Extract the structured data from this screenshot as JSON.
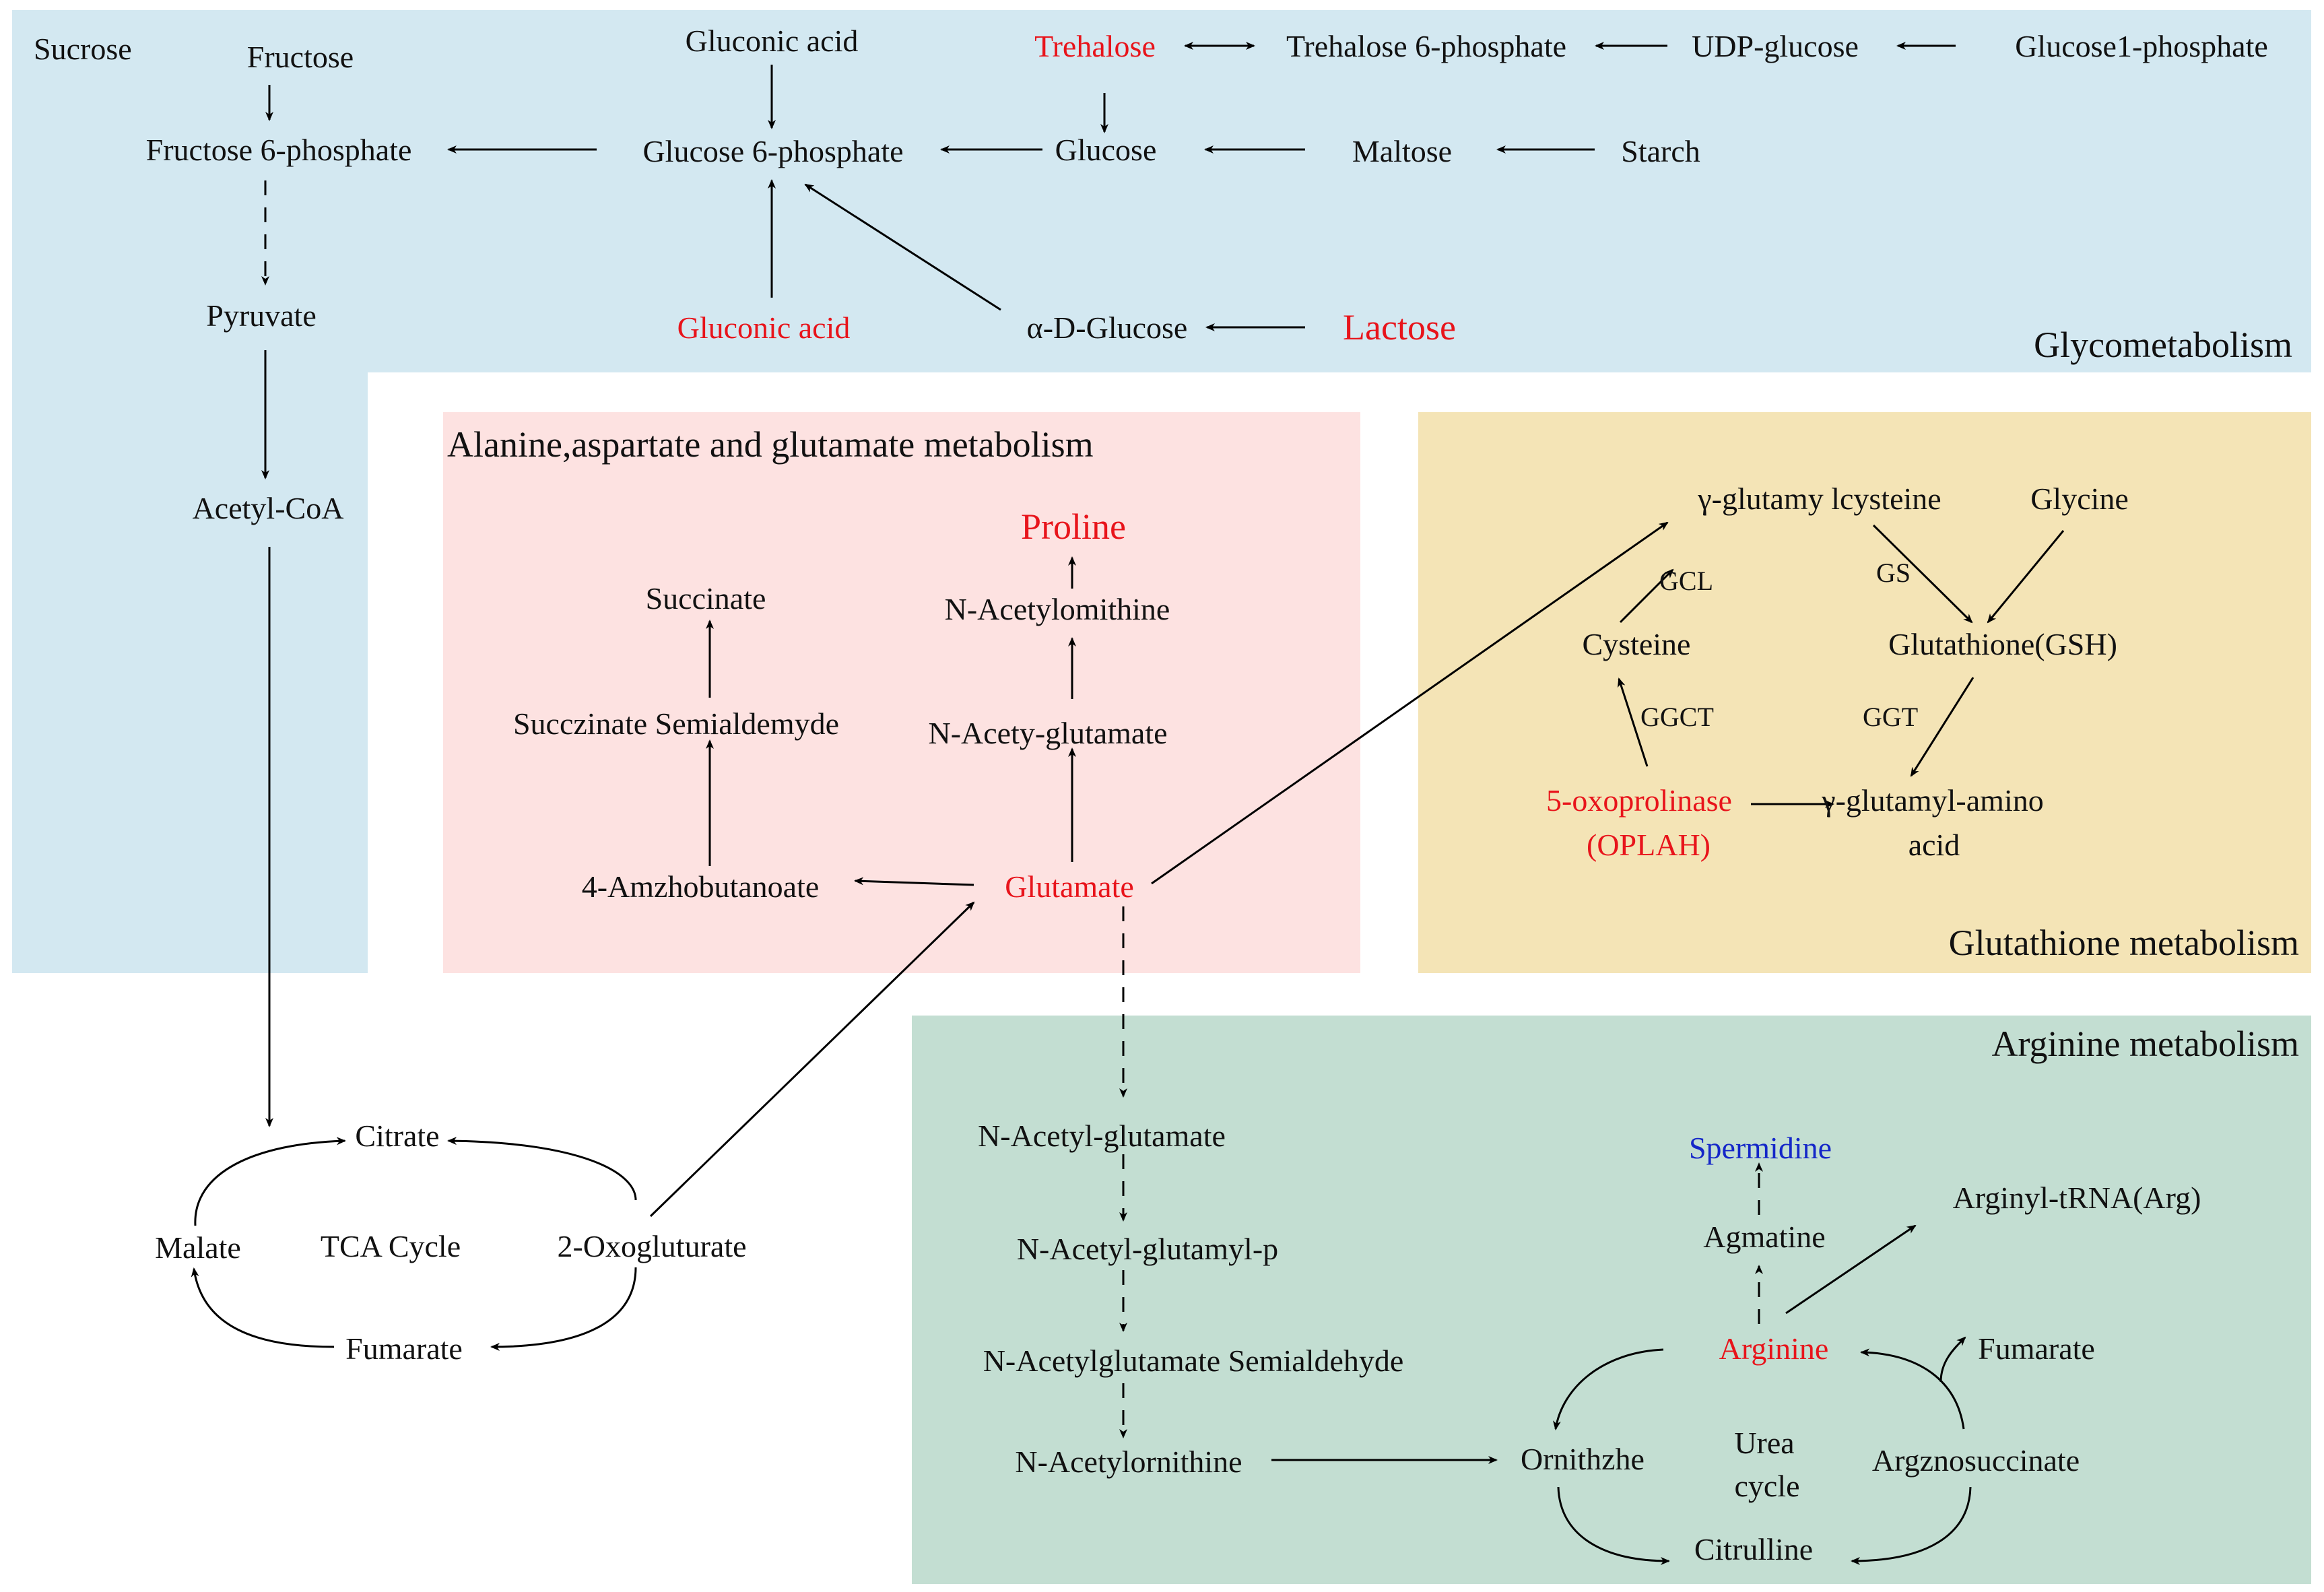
{
  "colors": {
    "glyco_bg": "#d3e8f1",
    "alanine_bg": "#fde2e1",
    "glutathione_bg": "#f4e4b6",
    "arginine_bg": "#c3ded2",
    "highlight_red": "#e8141b",
    "highlight_blue": "#1426c8"
  },
  "regions": {
    "glyco": "Glycometabolism",
    "alanine": "Alanine,aspartate and glutamate metabolism",
    "glutathione": "Glutathione metabolism",
    "arginine": "Arginine metabolism"
  },
  "nodes": {
    "sucrose": "Sucrose",
    "fructose": "Fructose",
    "fructose6p": "Fructose 6-phosphate",
    "gluconic_acid_top": "Gluconic acid",
    "glucose6p": "Glucose 6-phosphate",
    "trehalose": "Trehalose",
    "trehalose6p": "Trehalose 6-phosphate",
    "udp_glucose": "UDP-glucose",
    "glucose1p": "Glucose1-phosphate",
    "glucose": "Glucose",
    "maltose": "Maltose",
    "starch": "Starch",
    "pyruvate": "Pyruvate",
    "gluconic_acid_red": "Gluconic acid",
    "alpha_d_glucose": "α-D-Glucose",
    "lactose": "Lactose",
    "acetyl_coa": "Acetyl-CoA",
    "proline": "Proline",
    "succinate": "Succinate",
    "n_acetylornithine_a": "N-Acetylomithine",
    "succinate_semialdehyde": "Succzinate Semialdemyde",
    "n_acetyl_glutamate_a": "N-Acety-glutamate",
    "amzhobutanoate": "4-Amzhobutanoate",
    "glutamate": "Glutamate",
    "g_glutamylcysteine": "γ-glutamy lcysteine",
    "glycine": "Glycine",
    "cysteine": "Cysteine",
    "glutathione": "Glutathione(GSH)",
    "oxoprolinase": "5-oxoprolinase",
    "oplah": "(OPLAH)",
    "g_glutamyl_amino_1": "γ-glutamyl-amino",
    "g_glutamyl_amino_2": "acid",
    "citrate": "Citrate",
    "malate": "Malate",
    "tca_cycle": "TCA Cycle",
    "oxoglutarate": "2-Oxogluturate",
    "fumarate_tca": "Fumarate",
    "n_acetyl_glutamate_b": "N-Acetyl-glutamate",
    "n_acetyl_glutamyl_p": "N-Acetyl-glutamyl-p",
    "n_acetylglutamate_semialdehyde": "N-Acetylglutamate Semialdehyde",
    "n_acetylornithine_b": "N-Acetylornithine",
    "spermidine": "Spermidine",
    "agmatine": "Agmatine",
    "arginyl_trna": "Arginyl-tRNA(Arg)",
    "arginine": "Arginine",
    "fumarate_urea": "Fumarate",
    "ornithine": "Ornithzhe",
    "urea_1": "Urea",
    "urea_2": "cycle",
    "argininosuccinate": "Argznosuccinate",
    "citrulline": "Citrulline"
  },
  "enzymes": {
    "gcl": "GCL",
    "gs": "GS",
    "ggct": "GGCT",
    "ggt": "GGT"
  }
}
